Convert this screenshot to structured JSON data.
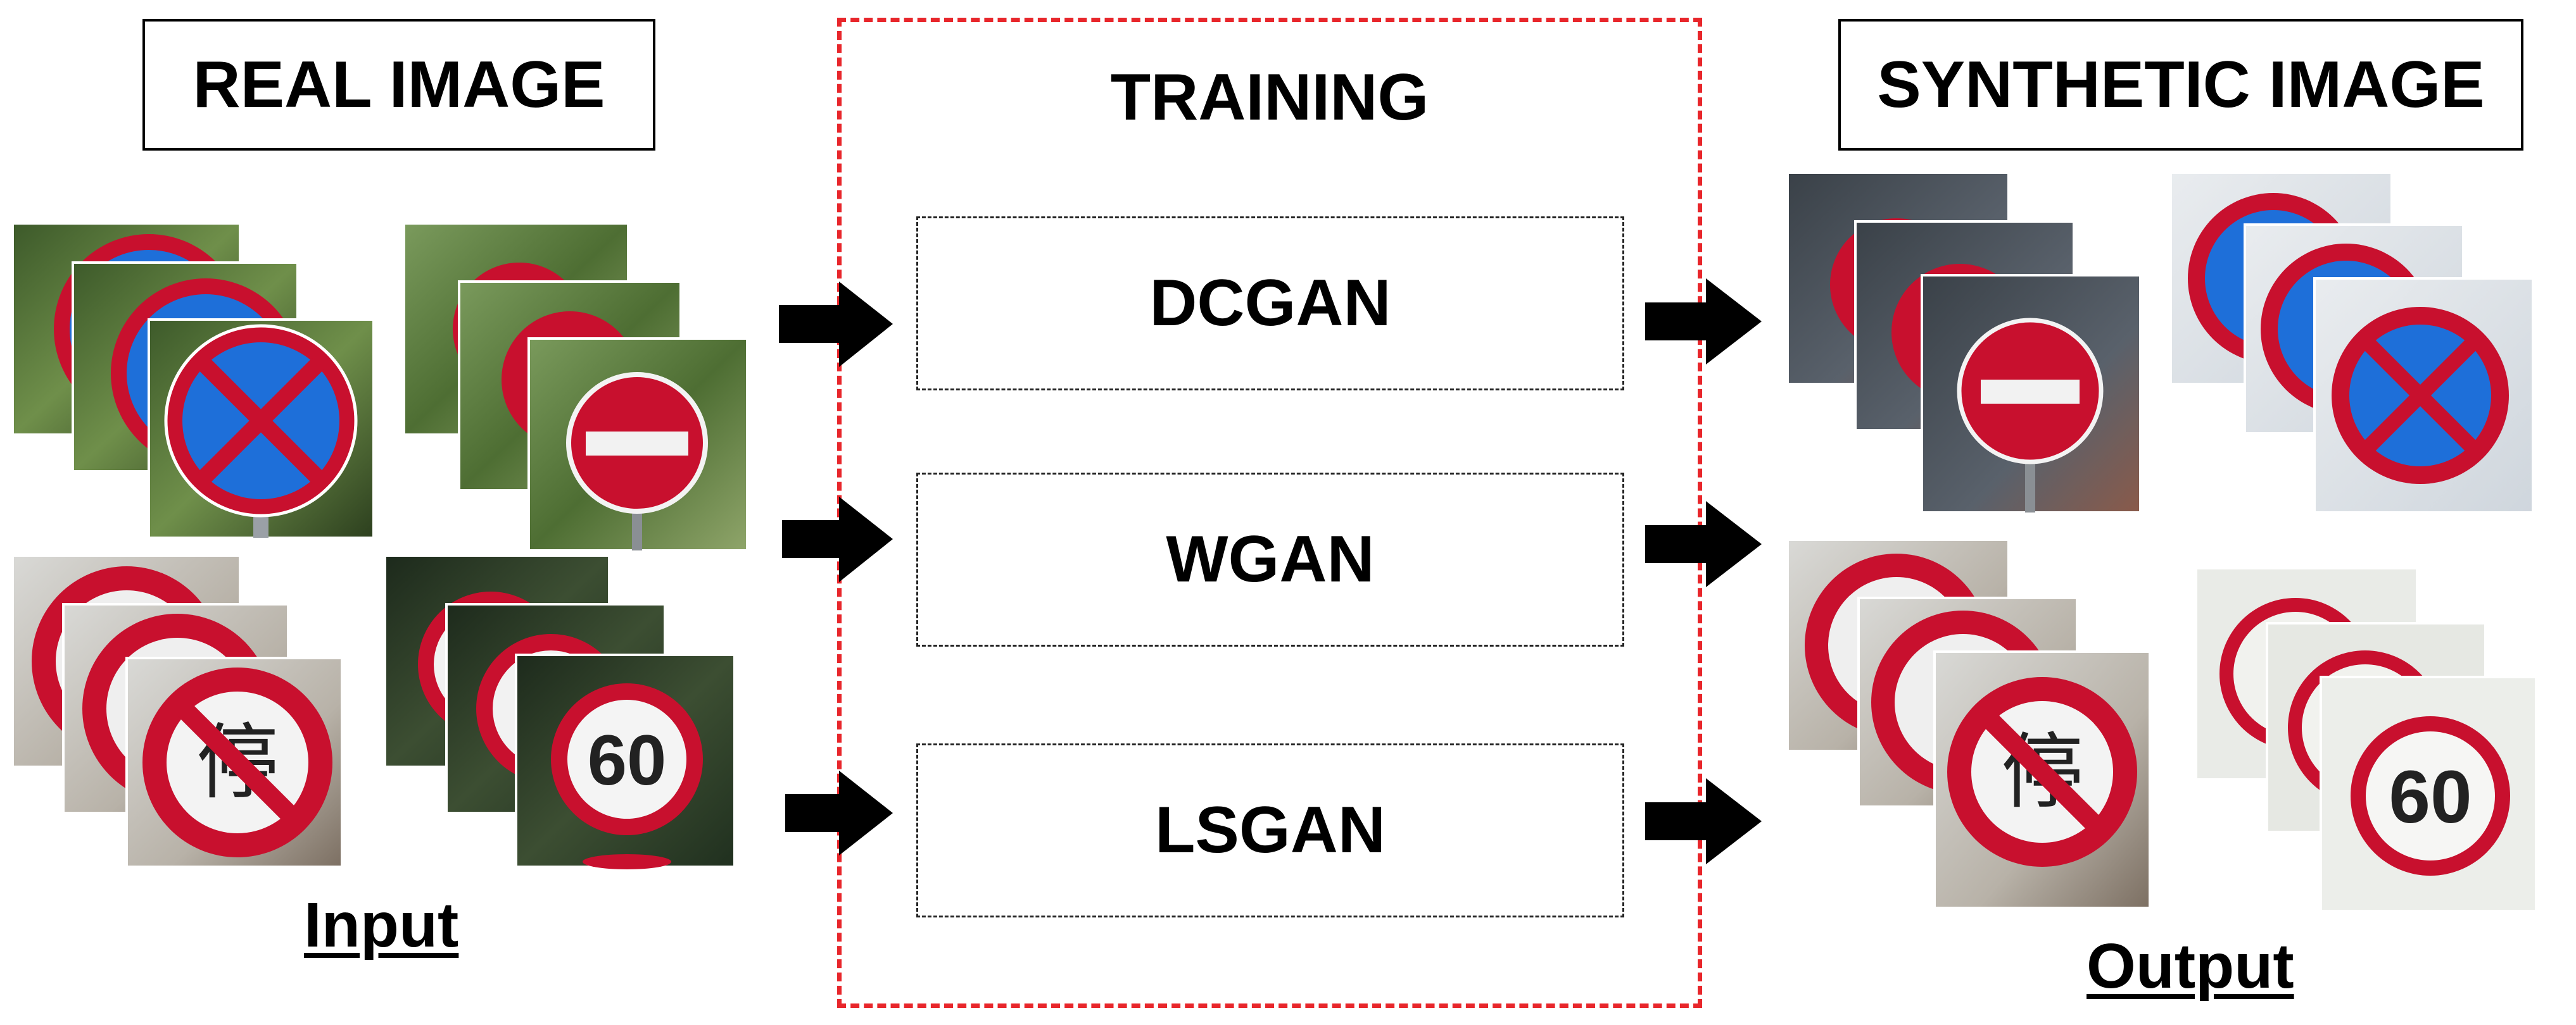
{
  "input_section": {
    "title": "REAL IMAGE",
    "caption": "Input",
    "groups": [
      {
        "sign": "no-stopping-sign",
        "label": ""
      },
      {
        "sign": "no-entry-sign",
        "label": ""
      },
      {
        "sign": "no-parking-sign",
        "label": "停"
      },
      {
        "sign": "speed-limit-sign",
        "label": "60"
      }
    ]
  },
  "training_section": {
    "title": "TRAINING",
    "models": [
      "DCGAN",
      "WGAN",
      "LSGAN"
    ],
    "frame_color": "#e8262b"
  },
  "output_section": {
    "title": "SYNTHETIC IMAGE",
    "caption": "Output",
    "groups": [
      {
        "sign": "no-entry-sign",
        "label": ""
      },
      {
        "sign": "no-stopping-sign",
        "label": ""
      },
      {
        "sign": "no-parking-sign",
        "label": "停"
      },
      {
        "sign": "speed-limit-sign",
        "label": "60"
      }
    ]
  },
  "colors": {
    "sign_red": "#c8102e",
    "sign_blue": "#1e6fd9",
    "arrow": "#000000"
  }
}
